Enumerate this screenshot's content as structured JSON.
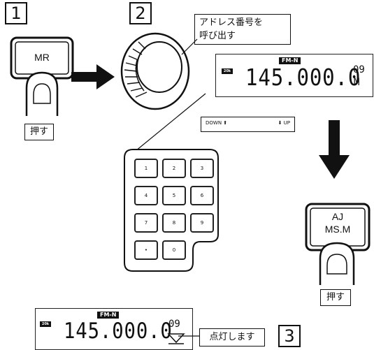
{
  "steps": {
    "step1": "1",
    "step2": "2",
    "step3": "3"
  },
  "mr_button": {
    "label": "MR",
    "caption": "押す"
  },
  "dial": {
    "caption": "アドレス番号を\n呼び出す"
  },
  "display_top": {
    "mode": "FM-N",
    "step_tag": "20k",
    "frequency": "145.000.0",
    "channel": "09",
    "flag": "M"
  },
  "updown": {
    "down": "DOWN ⬆",
    "up": "⬇ UP"
  },
  "keypad": {
    "keys": [
      "1",
      "2",
      "3",
      "4",
      "5",
      "6",
      "7",
      "8",
      "9",
      "•",
      "0"
    ]
  },
  "aj_button": {
    "label_top": "AJ",
    "label_bottom": "MS.M",
    "caption": "押す"
  },
  "display_bottom": {
    "mode": "FM-N",
    "step_tag": "20k",
    "frequency": "145.000.0",
    "channel": "09",
    "indicator_caption": "点灯します"
  }
}
